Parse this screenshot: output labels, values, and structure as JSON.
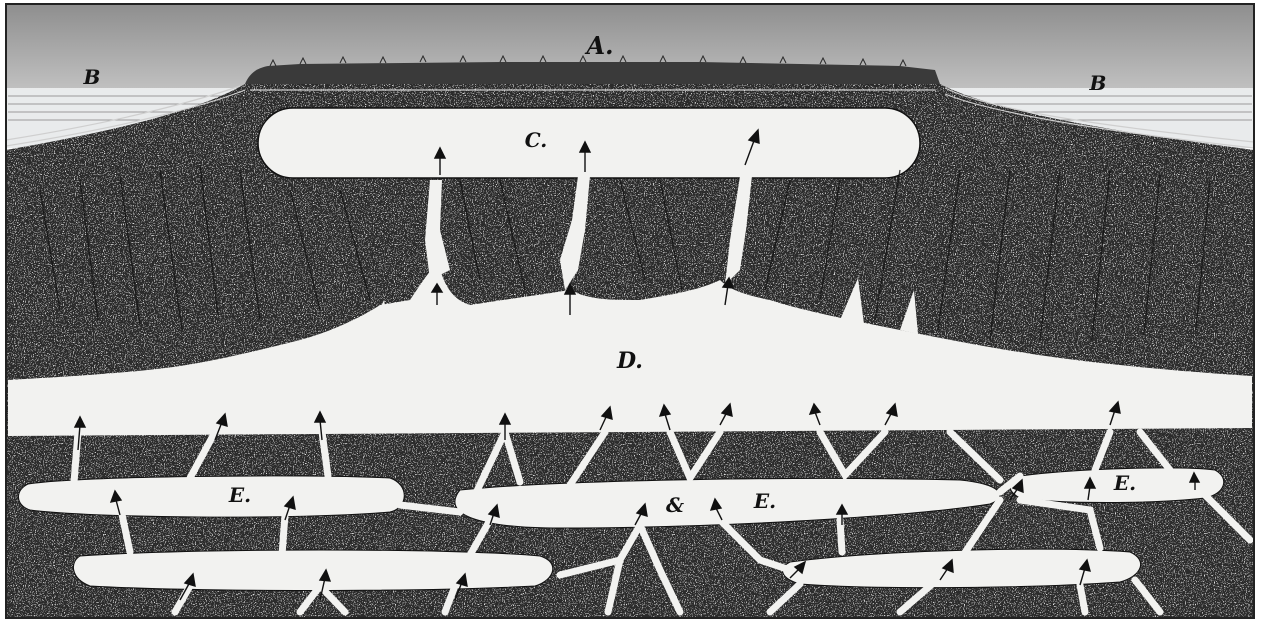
{
  "labels": {
    "a": "A.",
    "b_left": "B",
    "b_right": "B",
    "c": "C.",
    "d": "D.",
    "e1": "E.",
    "e2": "E.",
    "e3": "E.",
    "amp": "&"
  },
  "colors": {
    "rock": "#2b2b2b",
    "rock_dark": "#1a1a1a",
    "cavity": "#f2f2f0",
    "water": "#eceeef",
    "sky": "#b9b9b9",
    "forest": "#3a3a3a",
    "ink": "#111111"
  }
}
